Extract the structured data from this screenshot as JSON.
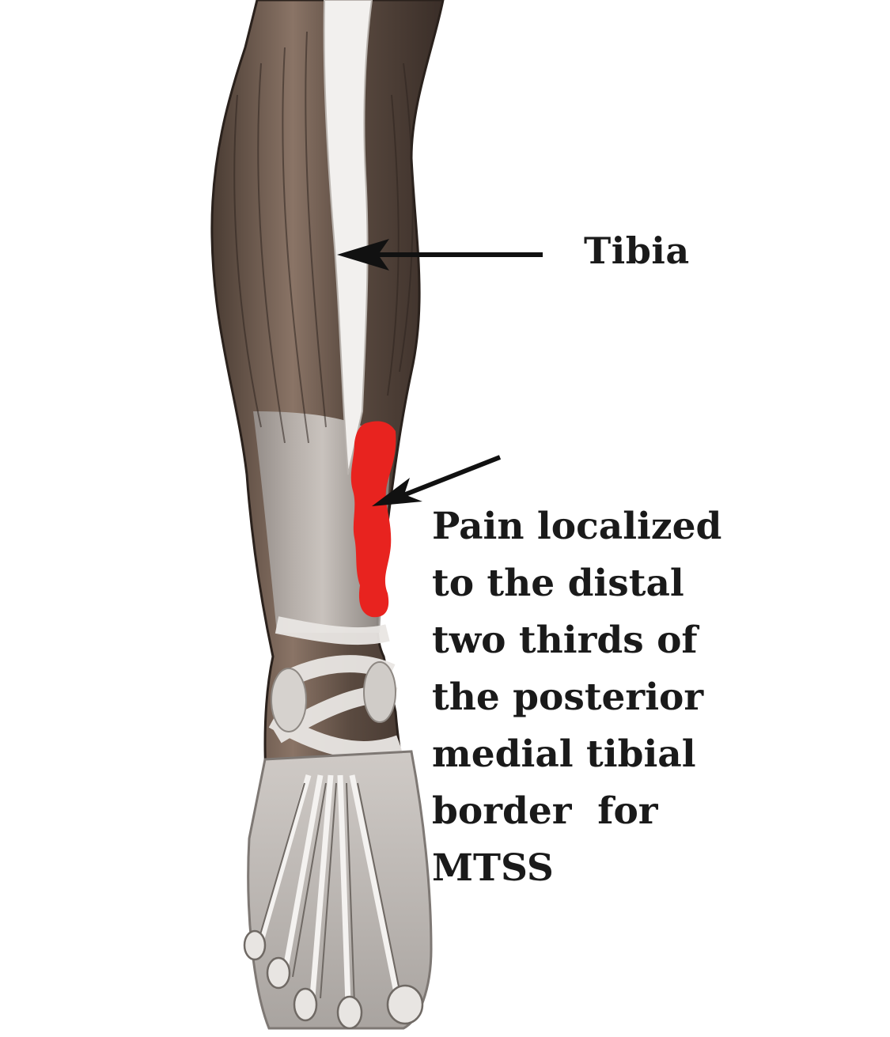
{
  "labels": {
    "tibia": "Tibia",
    "pain_lines": [
      "Pain localized",
      "to the distal",
      "two thirds of",
      "the posterior",
      "medial tibial",
      "border  for",
      "MTSS"
    ]
  },
  "colors": {
    "pain_region": "#e8231f",
    "arrow": "#111111",
    "muscle_dark": "#3a2e28",
    "muscle_mid": "#7a6558",
    "tendon_light": "#e6e3e0"
  },
  "illustration": {
    "subject": "lower-leg-and-foot-anatomy",
    "highlight": "pain-region"
  }
}
